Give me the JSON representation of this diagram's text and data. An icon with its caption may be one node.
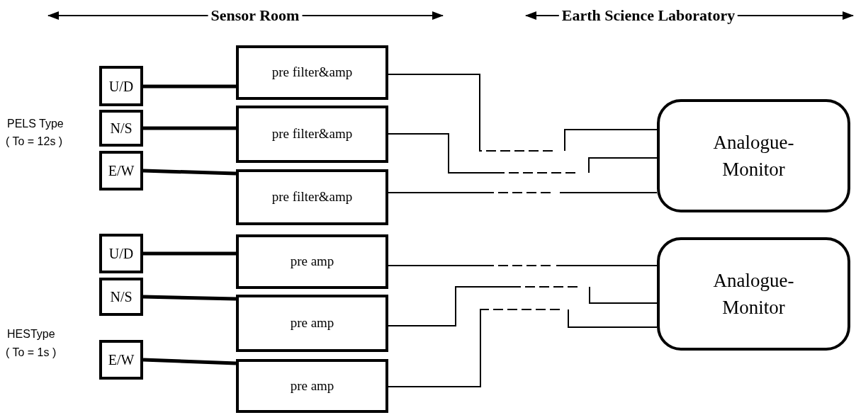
{
  "diagram": {
    "nodes": [
      {
        "text": [
          "U/D"
        ]
      },
      {
        "text": [
          "pre filter&amp"
        ]
      },
      {
        "text": [
          "N/S"
        ]
      },
      {
        "text": [
          "pre filter&amp"
        ]
      },
      {
        "text": [
          "E/W"
        ]
      },
      {
        "text": [
          "pre filter&amp"
        ]
      },
      {
        "text": [
          "Analogue- Monitor"
        ]
      },
      {
        "text": [
          "U/D"
        ]
      },
      {
        "text": [
          "pre amp"
        ]
      },
      {
        "text": [
          "N/S"
        ]
      },
      {
        "text": [
          "pre amp"
        ]
      },
      {
        "text": [
          "E/W"
        ]
      },
      {
        "text": [
          "pre amp"
        ]
      },
      {
        "text": [
          "Analogue- Monitor"
        ]
      }
    ],
    "edges": [
      {
        "from": 0,
        "to": 1,
        "arrow": "none",
        "style": "thick"
      },
      {
        "from": 2,
        "to": 3,
        "arrow": "none",
        "style": "thick"
      },
      {
        "from": 4,
        "to": 5,
        "arrow": "none",
        "style": "thick"
      },
      {
        "from": 7,
        "to": 8,
        "arrow": "none",
        "style": "thick"
      },
      {
        "from": 9,
        "to": 10,
        "arrow": "none",
        "style": "thick"
      },
      {
        "from": 11,
        "to": 12,
        "arrow": "none",
        "style": "thick"
      },
      {
        "from": 1,
        "to": 6,
        "arrow": "none",
        "style": "dashed"
      },
      {
        "from": 3,
        "to": 6,
        "arrow": "none",
        "style": "dashed"
      },
      {
        "from": 5,
        "to": 6,
        "arrow": "none",
        "style": "dashed"
      },
      {
        "from": 8,
        "to": 13,
        "arrow": "none",
        "style": "dashed"
      },
      {
        "from": 10,
        "to": 13,
        "arrow": "none",
        "style": "dashed"
      },
      {
        "from": 12,
        "to": 13,
        "arrow": "none",
        "style": "dashed"
      }
    ],
    "labels": [
      "Sensor Room",
      "Earth Science Laboratory",
      "PELS Type",
      "( To = 12s )",
      "HESType",
      "( To = 1s )"
    ]
  }
}
